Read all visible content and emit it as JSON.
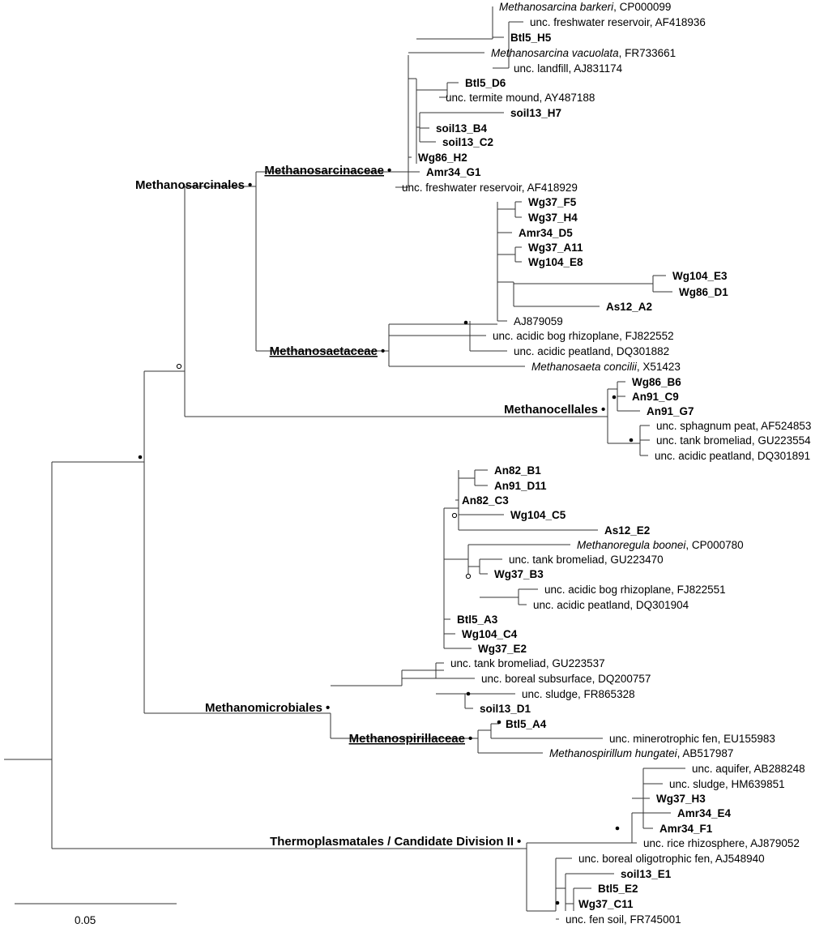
{
  "figure": {
    "scale_bar_label": "0.05",
    "clades": [
      {
        "id": "msar",
        "label": "Methanosarcinales",
        "underline": false,
        "support": "•"
      },
      {
        "id": "msarc",
        "label": "Methanosarcinaceae",
        "underline": true,
        "support": "•"
      },
      {
        "id": "msaet",
        "label": "Methanosaetaceae",
        "underline": true,
        "support": "•"
      },
      {
        "id": "mcell",
        "label": "Methanocellales",
        "underline": false,
        "support": "•"
      },
      {
        "id": "mmic",
        "label": "Methanomicrobiales",
        "underline": false,
        "support": "•"
      },
      {
        "id": "mspir",
        "label": "Methanospirillaceae",
        "underline": true,
        "support": "•"
      },
      {
        "id": "therm",
        "label": "Thermoplasmatales / Candidate Division II",
        "underline": false,
        "support": "•"
      }
    ],
    "leaves": [
      {
        "id": "l1",
        "name": "Methanosarcina barkeri",
        "acc": ", CP000099",
        "style": "italic"
      },
      {
        "id": "l2",
        "name": "unc. freshwater reservoir, AF418936",
        "style": "plain"
      },
      {
        "id": "l3",
        "name": "Btl5_H5",
        "style": "bold"
      },
      {
        "id": "l4",
        "name": "Methanosarcina vacuolata",
        "acc": ", FR733661",
        "style": "italic"
      },
      {
        "id": "l5",
        "name": "unc. landfill, AJ831174",
        "style": "plain"
      },
      {
        "id": "l6",
        "name": "Btl5_D6",
        "style": "bold"
      },
      {
        "id": "l7",
        "name": "unc. termite mound, AY487188",
        "style": "plain"
      },
      {
        "id": "l8",
        "name": "soil13_H7",
        "style": "bold"
      },
      {
        "id": "l9",
        "name": "soil13_B4",
        "style": "bold"
      },
      {
        "id": "l10",
        "name": "soil13_C2",
        "style": "bold"
      },
      {
        "id": "l11",
        "name": "Wg86_H2",
        "style": "bold"
      },
      {
        "id": "l12",
        "name": "Amr34_G1",
        "style": "bold"
      },
      {
        "id": "l13",
        "name": "unc. freshwater reservoir, AF418929",
        "style": "plain"
      },
      {
        "id": "l14",
        "name": "Wg37_F5",
        "style": "bold"
      },
      {
        "id": "l15",
        "name": "Wg37_H4",
        "style": "bold"
      },
      {
        "id": "l16",
        "name": "Amr34_D5",
        "style": "bold"
      },
      {
        "id": "l17",
        "name": "Wg37_A11",
        "style": "bold"
      },
      {
        "id": "l18",
        "name": "Wg104_E8",
        "style": "bold"
      },
      {
        "id": "l19",
        "name": "Wg104_E3",
        "style": "bold"
      },
      {
        "id": "l20",
        "name": "Wg86_D1",
        "style": "bold"
      },
      {
        "id": "l21",
        "name": "As12_A2",
        "style": "bold"
      },
      {
        "id": "l22",
        "name": "AJ879059",
        "style": "plain"
      },
      {
        "id": "l23",
        "name": "unc. acidic bog rhizoplane, FJ822552",
        "style": "plain"
      },
      {
        "id": "l24",
        "name": "unc. acidic peatland, DQ301882",
        "style": "plain"
      },
      {
        "id": "l25",
        "name": "Methanosaeta concilii",
        "acc": ", X51423",
        "style": "italic"
      },
      {
        "id": "l26",
        "name": "Wg86_B6",
        "style": "bold"
      },
      {
        "id": "l27",
        "name": "An91_C9",
        "style": "bold"
      },
      {
        "id": "l28",
        "name": "An91_G7",
        "style": "bold"
      },
      {
        "id": "l29",
        "name": "unc. sphagnum peat, AF524853",
        "style": "plain"
      },
      {
        "id": "l30",
        "name": "unc. tank bromeliad, GU223554",
        "style": "plain"
      },
      {
        "id": "l31",
        "name": "unc. acidic peatland, DQ301891",
        "style": "plain"
      },
      {
        "id": "l32",
        "name": "An82_B1",
        "style": "bold"
      },
      {
        "id": "l33",
        "name": "An91_D11",
        "style": "bold"
      },
      {
        "id": "l34",
        "name": "An82_C3",
        "style": "bold"
      },
      {
        "id": "l35",
        "name": "Wg104_C5",
        "style": "bold"
      },
      {
        "id": "l36",
        "name": "As12_E2",
        "style": "bold"
      },
      {
        "id": "l37",
        "name": "Methanoregula boonei",
        "acc": ", CP000780",
        "style": "italic"
      },
      {
        "id": "l38",
        "name": "unc. tank bromeliad, GU223470",
        "style": "plain"
      },
      {
        "id": "l39",
        "name": "Wg37_B3",
        "style": "bold"
      },
      {
        "id": "l40",
        "name": "unc. acidic bog rhizoplane, FJ822551",
        "style": "plain"
      },
      {
        "id": "l41",
        "name": "unc. acidic peatland, DQ301904",
        "style": "plain"
      },
      {
        "id": "l42",
        "name": "Btl5_A3",
        "style": "bold"
      },
      {
        "id": "l43",
        "name": "Wg104_C4",
        "style": "bold"
      },
      {
        "id": "l44",
        "name": "Wg37_E2",
        "style": "bold"
      },
      {
        "id": "l45",
        "name": "unc. tank bromeliad, GU223537",
        "style": "plain"
      },
      {
        "id": "l46",
        "name": "unc. boreal subsurface, DQ200757",
        "style": "plain"
      },
      {
        "id": "l47",
        "name": "unc. sludge, FR865328",
        "style": "plain"
      },
      {
        "id": "l48",
        "name": "soil13_D1",
        "style": "bold"
      },
      {
        "id": "l49",
        "name": "Btl5_A4",
        "style": "bold"
      },
      {
        "id": "l50",
        "name": "unc. minerotrophic fen, EU155983",
        "style": "plain"
      },
      {
        "id": "l51",
        "name": "Methanospirillum hungatei",
        "acc": ", AB517987",
        "style": "italic"
      },
      {
        "id": "l52",
        "name": "unc. aquifer, AB288248",
        "style": "plain"
      },
      {
        "id": "l53",
        "name": "unc. sludge, HM639851",
        "style": "plain"
      },
      {
        "id": "l54",
        "name": "Wg37_H3",
        "style": "bold"
      },
      {
        "id": "l55",
        "name": "Amr34_E4",
        "style": "bold"
      },
      {
        "id": "l56",
        "name": "Amr34_F1",
        "style": "bold"
      },
      {
        "id": "l57",
        "name": "unc. rice rhizosphere, AJ879052",
        "style": "plain"
      },
      {
        "id": "l58",
        "name": "unc. boreal oligotrophic fen, AJ548940",
        "style": "plain"
      },
      {
        "id": "l59",
        "name": "soil13_E1",
        "style": "bold"
      },
      {
        "id": "l60",
        "name": "Btl5_E2",
        "style": "bold"
      },
      {
        "id": "l61",
        "name": "Wg37_C11",
        "style": "bold"
      },
      {
        "id": "l62",
        "name": "unc. fen soil, FR745001",
        "style": "plain"
      }
    ],
    "support_markers": [
      {
        "id": "s_root",
        "symbol": "filled"
      },
      {
        "id": "s_ms_mc",
        "symbol": "open"
      },
      {
        "id": "s_mcell_in",
        "symbol": "filled"
      },
      {
        "id": "s_sphag",
        "symbol": "filled"
      },
      {
        "id": "s_saeta_in",
        "symbol": "filled"
      },
      {
        "id": "s_mmic_a",
        "symbol": "open"
      },
      {
        "id": "s_mmic_b",
        "symbol": "open"
      },
      {
        "id": "s_sludge",
        "symbol": "filled"
      },
      {
        "id": "s_spir_in",
        "symbol": "filled"
      },
      {
        "id": "s_therm_a",
        "symbol": "filled"
      },
      {
        "id": "s_therm_b",
        "symbol": "filled"
      }
    ]
  }
}
